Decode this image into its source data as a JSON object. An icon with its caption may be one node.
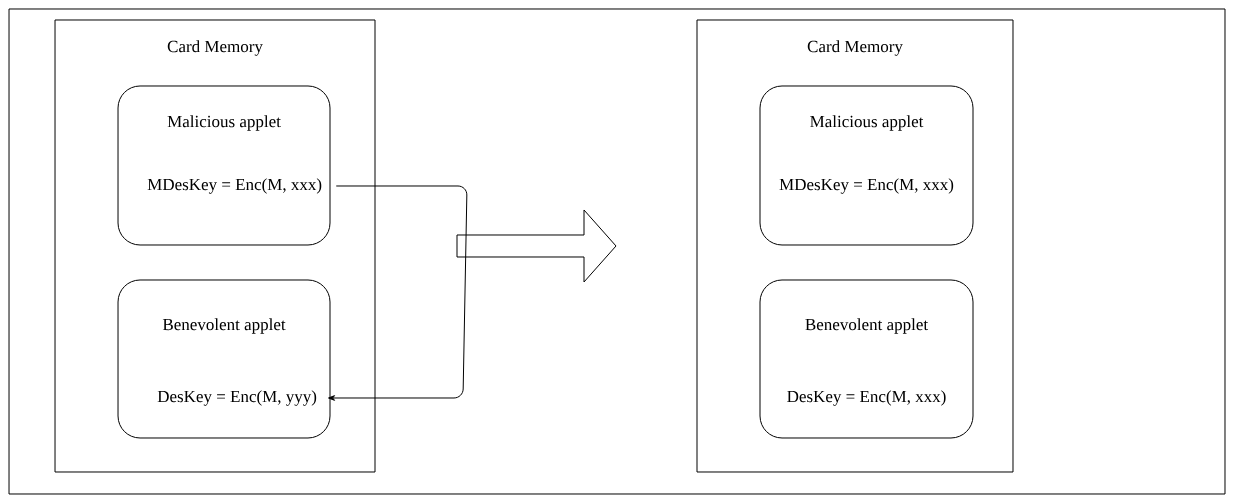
{
  "diagram": {
    "nodes": [
      {
        "text": [
          "Card Memory"
        ]
      },
      {
        "text": [
          "Malicious applet"
        ],
        "in": 0
      },
      {
        "text": [
          "MDesKey = Enc(M, xxx)"
        ],
        "in": 1
      },
      {
        "text": [
          "Benevolent applet"
        ],
        "in": 0
      },
      {
        "text": [
          "DesKey = Enc(M, yyy)"
        ],
        "in": 3
      },
      {
        "text": [
          "Card Memory"
        ]
      },
      {
        "text": [
          "Malicious applet",
          "MDesKey = Enc(M, xxx)"
        ],
        "in": 5
      },
      {
        "text": [
          "Benevolent applet",
          "DesKey = Enc(M, xxx)"
        ],
        "in": 5
      }
    ],
    "edges": [
      {
        "from": 2,
        "to": 4,
        "arrow": "to"
      },
      {
        "from": 0,
        "to": 5,
        "arrow": "to"
      }
    ]
  }
}
